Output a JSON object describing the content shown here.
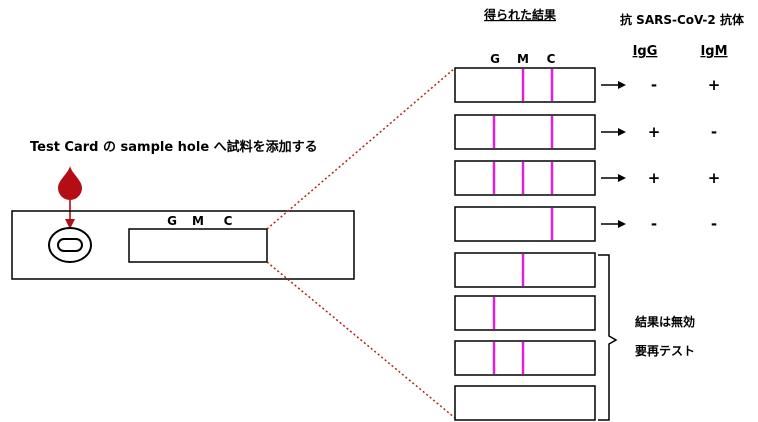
{
  "instruction": "Test Card の sample hole へ試料を添加する",
  "card": {
    "labels": [
      "G",
      "M",
      "C"
    ]
  },
  "results_header": "得られた結果",
  "antibody_header": "抗 SARS-CoV-2 抗体",
  "strip_labels": [
    "G",
    "M",
    "C"
  ],
  "columns": [
    "IgG",
    "IgM"
  ],
  "rows": [
    {
      "g": false,
      "m": true,
      "c": true,
      "igg": "-",
      "igm": "+"
    },
    {
      "g": true,
      "m": false,
      "c": true,
      "igg": "+",
      "igm": "-"
    },
    {
      "g": true,
      "m": true,
      "c": true,
      "igg": "+",
      "igm": "+"
    },
    {
      "g": false,
      "m": false,
      "c": true,
      "igg": "-",
      "igm": "-"
    }
  ],
  "invalid_rows": [
    {
      "g": false,
      "m": true,
      "c": false
    },
    {
      "g": true,
      "m": false,
      "c": false
    },
    {
      "g": true,
      "m": true,
      "c": false
    },
    {
      "g": false,
      "m": false,
      "c": false
    }
  ],
  "invalid_text": [
    "結果は無効",
    "要再テスト"
  ],
  "colors": {
    "drop": "#b40d14",
    "line": "#e020d8",
    "dots": "#b3241c",
    "outline": "#000000"
  }
}
